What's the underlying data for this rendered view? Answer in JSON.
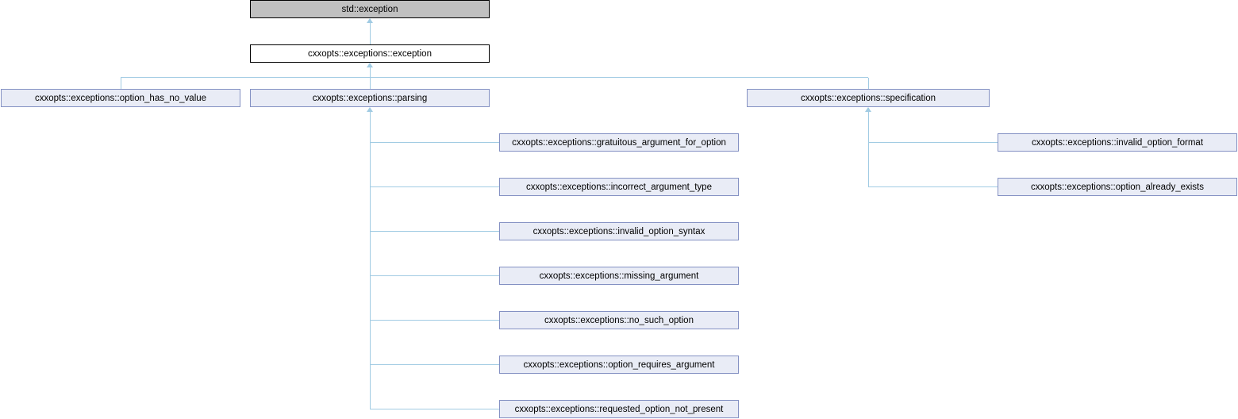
{
  "diagram_type": "class-inheritance-graph",
  "nodes": {
    "std_exception": {
      "label": "std::exception",
      "kind": "external"
    },
    "exception": {
      "label": "cxxopts::exceptions::exception",
      "kind": "current"
    },
    "option_has_no_value": {
      "label": "cxxopts::exceptions::option_has_no_value",
      "kind": "class"
    },
    "parsing": {
      "label": "cxxopts::exceptions::parsing",
      "kind": "class"
    },
    "specification": {
      "label": "cxxopts::exceptions::specification",
      "kind": "class"
    },
    "gratuitous_argument_for_option": {
      "label": "cxxopts::exceptions::gratuitous_argument_for_option",
      "kind": "class"
    },
    "incorrect_argument_type": {
      "label": "cxxopts::exceptions::incorrect_argument_type",
      "kind": "class"
    },
    "invalid_option_syntax": {
      "label": "cxxopts::exceptions::invalid_option_syntax",
      "kind": "class"
    },
    "missing_argument": {
      "label": "cxxopts::exceptions::missing_argument",
      "kind": "class"
    },
    "no_such_option": {
      "label": "cxxopts::exceptions::no_such_option",
      "kind": "class"
    },
    "option_requires_argument": {
      "label": "cxxopts::exceptions::option_requires_argument",
      "kind": "class"
    },
    "requested_option_not_present": {
      "label": "cxxopts::exceptions::requested_option_not_present",
      "kind": "class"
    },
    "invalid_option_format": {
      "label": "cxxopts::exceptions::invalid_option_format",
      "kind": "class"
    },
    "option_already_exists": {
      "label": "cxxopts::exceptions::option_already_exists",
      "kind": "class"
    }
  },
  "hierarchy": {
    "std::exception": [
      "cxxopts::exceptions::exception"
    ],
    "cxxopts::exceptions::exception": [
      "cxxopts::exceptions::option_has_no_value",
      "cxxopts::exceptions::parsing",
      "cxxopts::exceptions::specification"
    ],
    "cxxopts::exceptions::parsing": [
      "cxxopts::exceptions::gratuitous_argument_for_option",
      "cxxopts::exceptions::incorrect_argument_type",
      "cxxopts::exceptions::invalid_option_syntax",
      "cxxopts::exceptions::missing_argument",
      "cxxopts::exceptions::no_such_option",
      "cxxopts::exceptions::option_requires_argument",
      "cxxopts::exceptions::requested_option_not_present"
    ],
    "cxxopts::exceptions::specification": [
      "cxxopts::exceptions::invalid_option_format",
      "cxxopts::exceptions::option_already_exists"
    ]
  },
  "colors": {
    "background": "#ffffff",
    "text": "#000000",
    "external_node_fill": "#c0c0c0",
    "external_node_border": "#000000",
    "current_node_fill": "#ffffff",
    "current_node_border": "#000000",
    "class_node_fill": "#e9ecf6",
    "class_node_border": "#8491c3",
    "edge": "#a1cbe3"
  }
}
